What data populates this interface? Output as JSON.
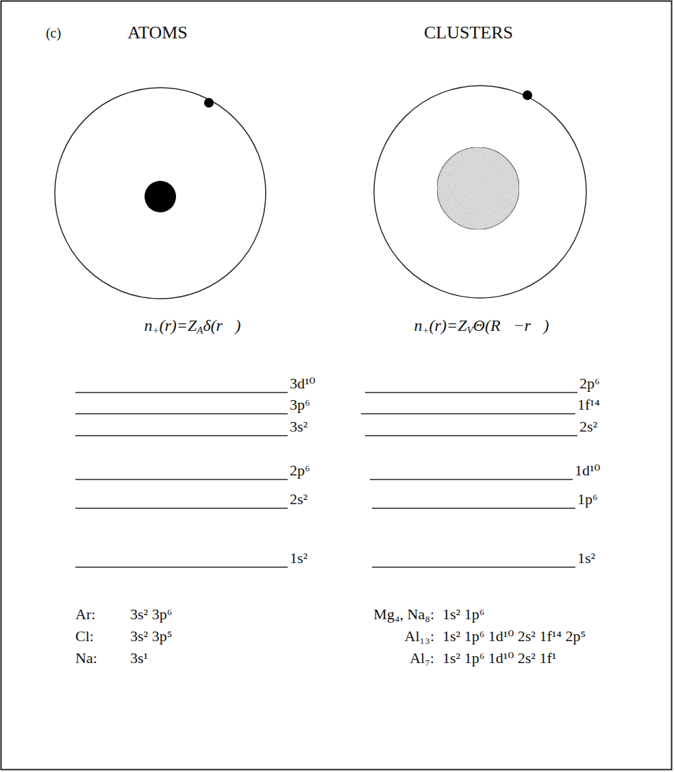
{
  "diagram": {
    "labels": [
      "(c)",
      "ATOMS",
      "CLUSTERS",
      "n+(r)=ZAδ(r⃗)",
      "n+(r)=ZVΘ(R⃗−r⃗)",
      "3d¹⁰",
      "3p⁶",
      "3s²",
      "2p⁶",
      "2s²",
      "1s²",
      "2p⁶",
      "1f¹⁴",
      "2s²",
      "1d¹⁰",
      "1p⁶",
      "1s²",
      "Ar:",
      "3s² 3p⁶",
      "Cl:",
      "3s² 3p⁵",
      "Na:",
      "3s¹",
      "Mg₄, Na₈:",
      "1s² 1p⁶",
      "Al₁₃:",
      "1s² 1p⁶ 1d¹⁰ 2s² 1f¹⁴ 2p⁵",
      "Al₇:",
      "1s² 1p⁶ 1d¹⁰ 2s² 1f¹"
    ]
  }
}
